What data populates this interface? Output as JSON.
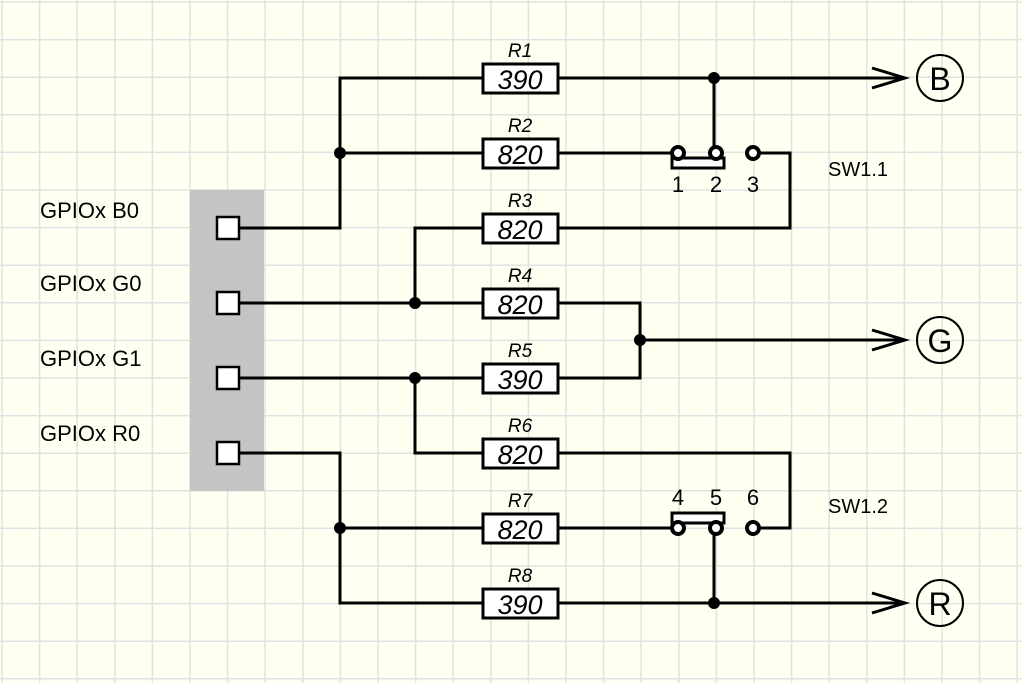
{
  "colors": {
    "background": "#fffff2",
    "grid": "#e2e2e2",
    "connector_block": "#c4c4c4",
    "wire": "#000000"
  },
  "gpio_labels": [
    "GPIOx B0",
    "GPIOx G0",
    "GPIOx G1",
    "GPIOx R0"
  ],
  "resistors": [
    {
      "name": "R1",
      "value": "390"
    },
    {
      "name": "R2",
      "value": "820"
    },
    {
      "name": "R3",
      "value": "820"
    },
    {
      "name": "R4",
      "value": "820"
    },
    {
      "name": "R5",
      "value": "390"
    },
    {
      "name": "R6",
      "value": "820"
    },
    {
      "name": "R7",
      "value": "820"
    },
    {
      "name": "R8",
      "value": "390"
    }
  ],
  "switches": [
    {
      "label": "SW1.1",
      "pins": [
        "1",
        "2",
        "3"
      ]
    },
    {
      "label": "SW1.2",
      "pins": [
        "4",
        "5",
        "6"
      ]
    }
  ],
  "outputs": [
    "B",
    "G",
    "R"
  ]
}
